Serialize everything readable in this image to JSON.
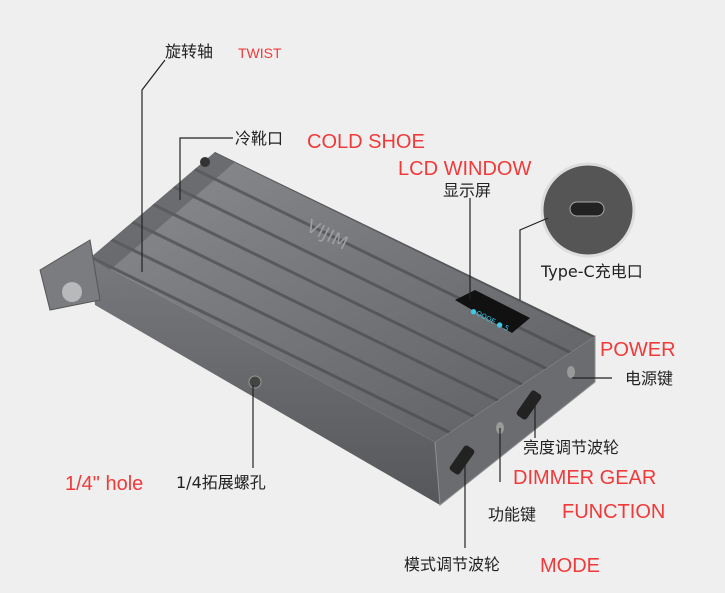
{
  "labels": {
    "twist": {
      "cn": "旋转轴",
      "en": "TWIST"
    },
    "cold_shoe": {
      "cn": "冷靴口",
      "en": "COLD SHOE"
    },
    "lcd": {
      "cn": "显示屏",
      "en": "LCD WINDOW"
    },
    "typec": {
      "cn": "Type-C充电口"
    },
    "power": {
      "cn": "电源键",
      "en": "POWER"
    },
    "dimmer": {
      "cn": "亮度调节波轮",
      "en": "DIMMER GEAR"
    },
    "function": {
      "cn": "功能键",
      "en": "FUNCTION"
    },
    "mode": {
      "cn": "模式调节波轮",
      "en": "MODE"
    },
    "hole": {
      "cn": "1/4拓展螺孔",
      "en": "1/4\" hole"
    }
  },
  "device": {
    "brand": "VIJIM"
  },
  "colors": {
    "accent": "#f03a3a",
    "body": "#6b6d70",
    "background": "#efefef"
  }
}
